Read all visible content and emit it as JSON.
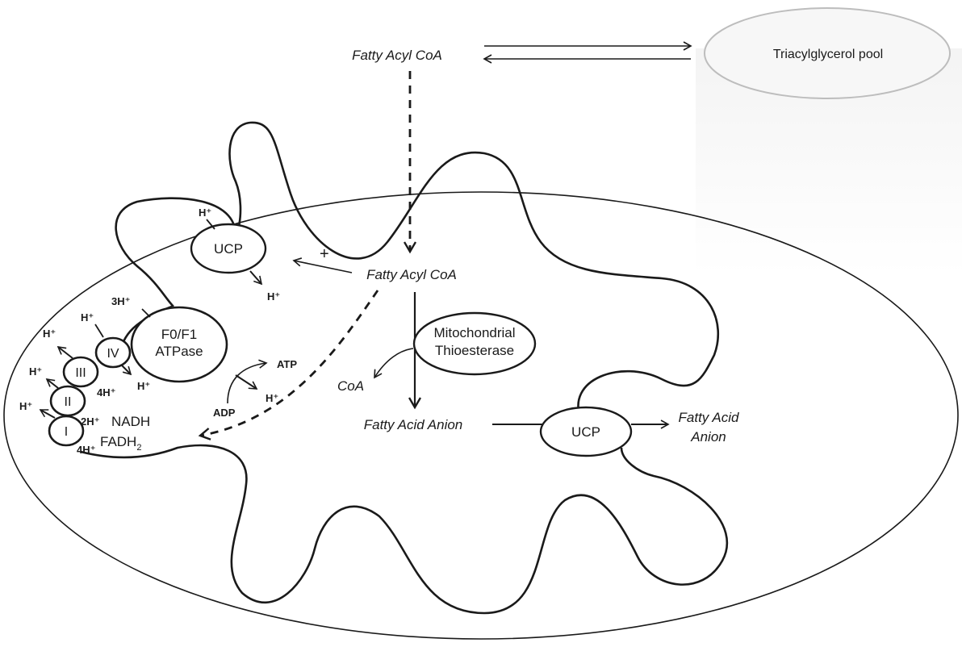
{
  "labels": {
    "fatty_acyl_coa_top": "Fatty Acyl CoA",
    "triacylglycerol_pool": "Triacylglycerol pool",
    "ucp": "UCP",
    "fatty_acyl_coa_inner": "Fatty Acyl CoA",
    "plus": "+",
    "h_plus": "H⁺",
    "three_h": "3H⁺",
    "four_h": "4H⁺",
    "two_h": "2H⁺",
    "f0f1_line1": "F0/F1",
    "f0f1_line2": "ATPase",
    "complex_i": "I",
    "complex_ii": "II",
    "complex_iii": "III",
    "complex_iv": "IV",
    "atp": "ATP",
    "adp": "ADP",
    "nadh": "NADH",
    "fadh2": "FADH",
    "fadh2_sub": "2",
    "thioesterase_line1": "Mitochondrial",
    "thioesterase_line2": "Thioesterase",
    "coa": "CoA",
    "fatty_acid_anion": "Fatty Acid Anion",
    "ucp2": "UCP",
    "fatty_acid_out_line1": "Fatty Acid",
    "fatty_acid_out_line2": "Anion"
  },
  "colors": {
    "stroke": "#1a1a1a",
    "background": "#ffffff",
    "pool_shadow": "#e6e6e6"
  }
}
